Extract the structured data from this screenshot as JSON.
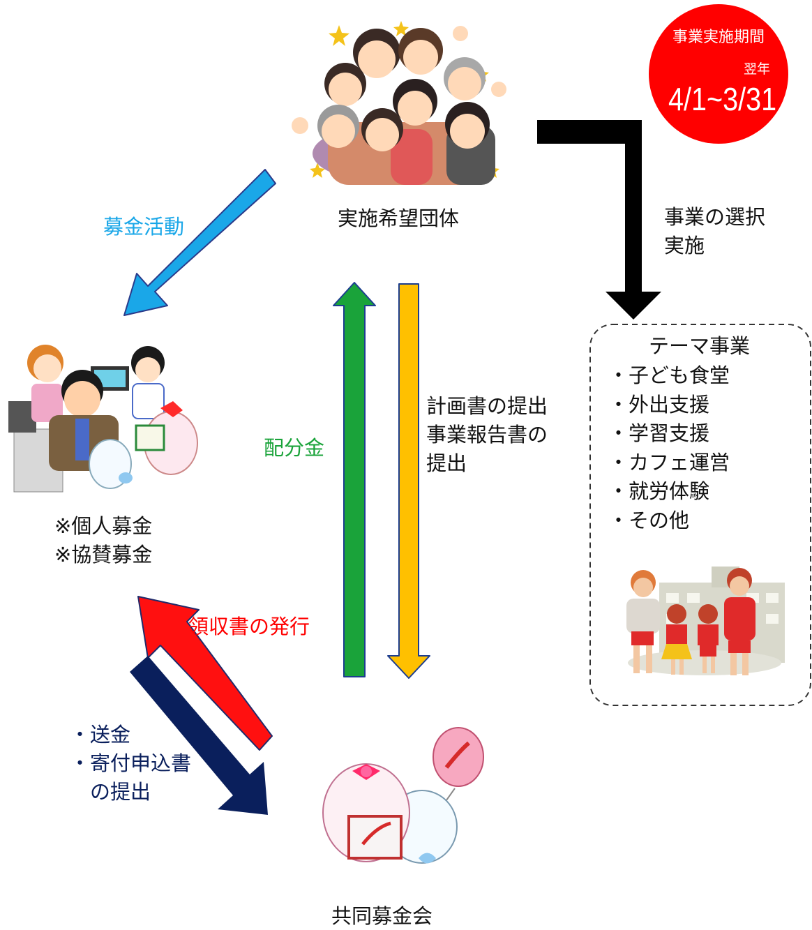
{
  "period_badge": {
    "title": "事業実施期間",
    "sub": "翌年",
    "range": "4/1~3/31",
    "color": "#ff0000"
  },
  "nodes": {
    "applicant_group": "実施希望団体",
    "donors": [
      "※個人募金",
      "※協賛募金"
    ],
    "community_chest": "共同募金会"
  },
  "flows": {
    "fundraising": {
      "label": "募金活動",
      "color": "#1aa7e8"
    },
    "selection": {
      "lines": [
        "事業の選択",
        "実施"
      ],
      "color": "#000000"
    },
    "distribution": {
      "label": "配分金",
      "color": "#1aa33a"
    },
    "reports": {
      "lines": [
        "計画書の提出",
        "事業報告書の",
        "提出"
      ],
      "color": "#ffc000"
    },
    "receipt": {
      "label": "領収書の発行",
      "color": "#ff0000"
    },
    "remittance": {
      "lines": [
        "・送金",
        "・寄付申込書",
        "　の提出"
      ],
      "color": "#0a1f5c"
    }
  },
  "theme_box": {
    "title": "テーマ事業",
    "items": [
      "・子ども食堂",
      "・外出支援",
      "・学習支援",
      "・カフェ運営",
      "・就労体験",
      "・その他"
    ]
  }
}
